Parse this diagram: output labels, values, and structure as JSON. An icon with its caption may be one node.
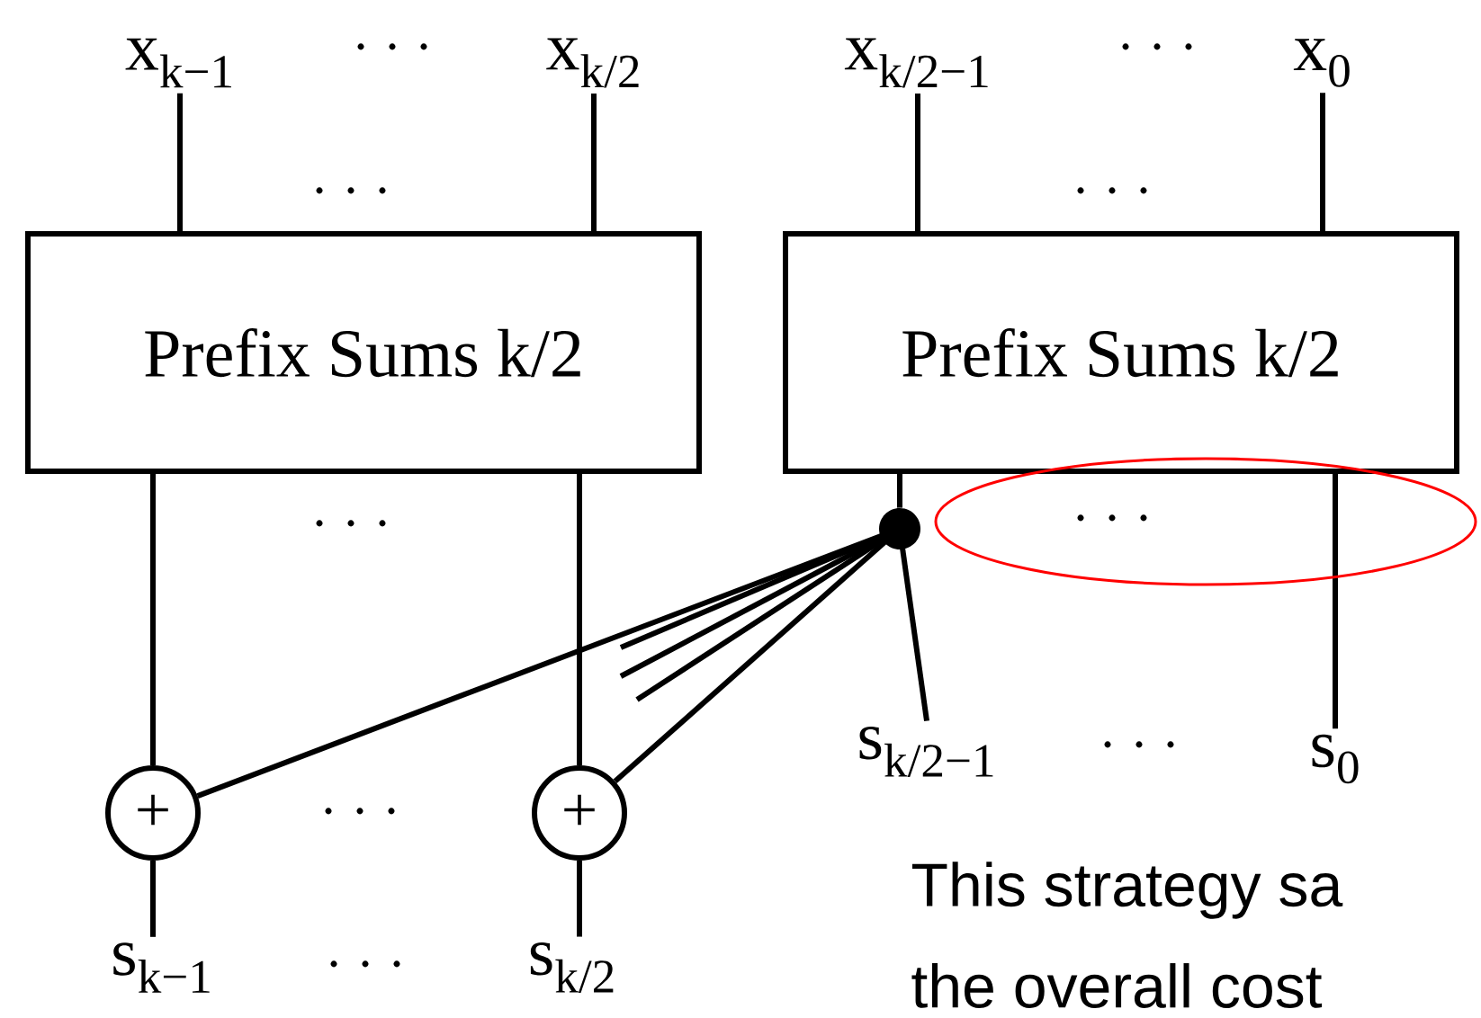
{
  "diagram": {
    "nodes": [
      {
        "text": [
          "x$_{k−1}$"
        ]
      },
      {
        "text": [
          "x$_{k/2}$"
        ]
      },
      {
        "text": [
          "x$_{k/2−1}$"
        ]
      },
      {
        "text": [
          "x$_{0}$"
        ]
      },
      {
        "text": [
          "Prefix Sums k/2"
        ]
      },
      {
        "text": [
          "Prefix Sums k/2"
        ]
      },
      {
        "text": [
          "+"
        ]
      },
      {
        "text": [
          "+"
        ]
      },
      {
        "text": [],
        "shape": "circle"
      },
      {
        "text": [
          "s$_{k−1}$"
        ]
      },
      {
        "text": [
          "s$_{k/2}$"
        ]
      },
      {
        "text": [
          "s$_{k/2−1}$"
        ]
      },
      {
        "text": [
          "s$_{0}$"
        ]
      }
    ],
    "edges": [
      {
        "from": 0,
        "to": 4,
        "arrow": "none"
      },
      {
        "from": 1,
        "to": 4,
        "arrow": "none"
      },
      {
        "from": 2,
        "to": 5,
        "arrow": "none"
      },
      {
        "from": 3,
        "to": 5,
        "arrow": "none"
      },
      {
        "from": 4,
        "to": 6,
        "arrow": "none"
      },
      {
        "from": 4,
        "to": 7,
        "arrow": "none"
      },
      {
        "from": 6,
        "to": 9,
        "arrow": "none"
      },
      {
        "from": 7,
        "to": 10,
        "arrow": "none"
      },
      {
        "from": 5,
        "to": 8,
        "arrow": "none"
      },
      {
        "from": 8,
        "to": 11,
        "arrow": "none"
      },
      {
        "from": 5,
        "to": 12,
        "arrow": "none"
      },
      {
        "from": 8,
        "to": 6,
        "arrow": "none"
      },
      {
        "from": 8,
        "to": 7,
        "arrow": "none"
      },
      {
        "from": 8,
        "to": null,
        "arrow": "none"
      },
      {
        "from": 8,
        "to": null,
        "arrow": "none"
      },
      {
        "from": 8,
        "to": null,
        "arrow": "none"
      }
    ],
    "labels": [
      "· · ·",
      "· · ·",
      "· · ·",
      "· · ·",
      "· · ·",
      "· · ·",
      "· · ·",
      "· · ·",
      "· · ·",
      "This strategy sa",
      "the overall cost"
    ]
  }
}
